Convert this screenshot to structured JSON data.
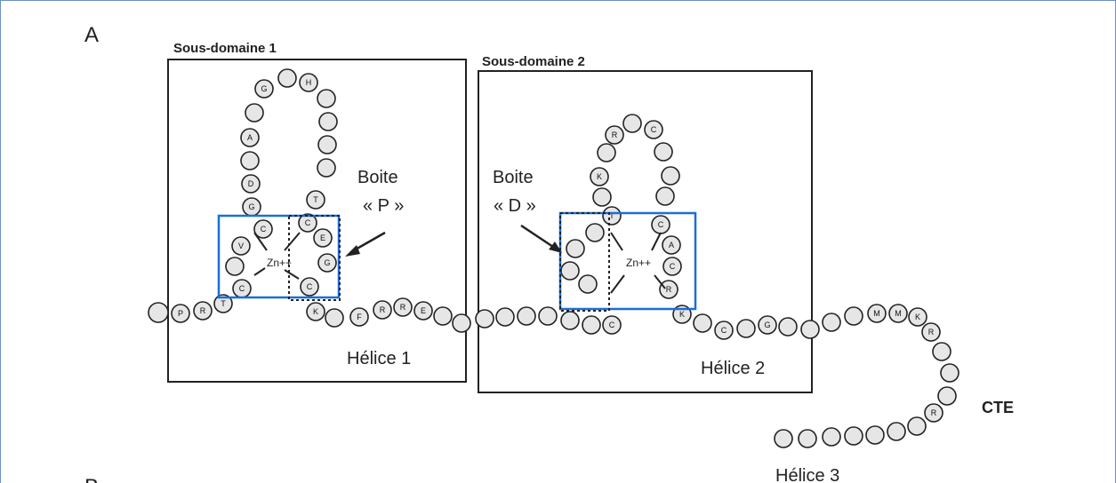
{
  "panel_a_letter": "A",
  "panel_b_letter": "B",
  "subdomain1_title": "Sous-domaine 1",
  "subdomain2_title": "Sous-domaine 2",
  "box_p_line1": "Boite",
  "box_p_line2": "« P »",
  "box_d_line1": "Boite",
  "box_d_line2": "« D »",
  "zinc_label_1": "Zn++",
  "zinc_label_2": "Zn++",
  "helix1_label": "Hélice 1",
  "helix2_label": "Hélice 2",
  "helix3_label": "Hélice 3",
  "cte_label": "CTE",
  "colors": {
    "frame": "#6d8fc7",
    "zinc_box": "#1a6fd6",
    "outline": "#222222",
    "bead_fill": "#e6e6e6"
  },
  "residues_shown": [
    "P",
    "R",
    "T",
    "C",
    "V",
    "C",
    "G",
    "D",
    "A",
    "G",
    "H",
    "T",
    "C",
    "E",
    "G",
    "C",
    "K",
    "F",
    "R",
    "R",
    "E",
    "C",
    "I",
    "K",
    "R",
    "C",
    "C",
    "A",
    "C",
    "R",
    "K",
    "C",
    "G",
    "M",
    "M",
    "K",
    "R",
    "R"
  ]
}
